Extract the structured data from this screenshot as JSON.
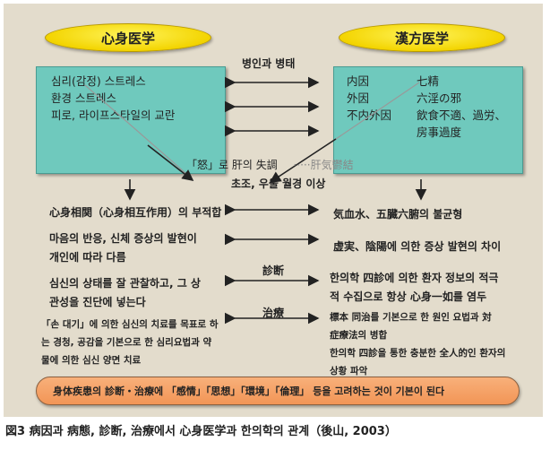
{
  "left_header": "心身医学",
  "right_header": "漢方医学",
  "etiology_label": "병인과 병태",
  "left_box": [
    "심리(감정) 스트레스",
    "환경 스트레스",
    "피로, 라이프스타일의 교란"
  ],
  "right_box": [
    {
      "k": "内因",
      "v": "七精"
    },
    {
      "k": "外因",
      "v": "六淫の邪"
    },
    {
      "k": "不内外因",
      "v": "飲食不適、過労、"
    },
    {
      "k": "",
      "v": "房事過度"
    }
  ],
  "center": {
    "line1": "「怒」로 肝의 失調",
    "line1b": "·····肝気鬱結",
    "line2": "초조, 우울 월경 이상"
  },
  "rows": {
    "r1_left": "心身相関（心身相互作用）의 부적합",
    "r1_right": "気血水、五臓六腑의 불균형",
    "r2_left": [
      "마음의 반응, 신체 증상의 발현이",
      "개인에 따라 다름"
    ],
    "r2_right": "虚実、陰陽에 의한 증상 발현의 차이",
    "diagnosis_label": "診断",
    "r3_left": [
      "심신의 상태를 잘 관찰하고, 그 상",
      "관성을 진단에 넣는다"
    ],
    "r3_right": [
      "한의학 四診에 의한 환자 정보의 적극",
      "적 수집으로 항상 心身一如를 염두"
    ],
    "treatment_label": "治療",
    "r4_left": [
      "「손 대기」에 의한 심신의 치료를 목표로 하",
      "는 경청, 공감을 기본으로 한 심리요법과 약",
      "물에 의한 심신 양면 치료"
    ],
    "r4_right": [
      "標本 同治를 기본으로 한 원인 요법과 対",
      "症療法의 병합",
      "한의학 四診을 통한 충분한 全人的인 환자의",
      "상황 파악"
    ]
  },
  "footer": "身体疾患의 診断・治療에 「感情」「思想」「環境」「倫理」 등을 고려하는 것이 기본이 된다",
  "caption": "図3 病因과 病態, 診断, 治療에서 心身医学과 한의학의 관계（後山, 2003）"
}
